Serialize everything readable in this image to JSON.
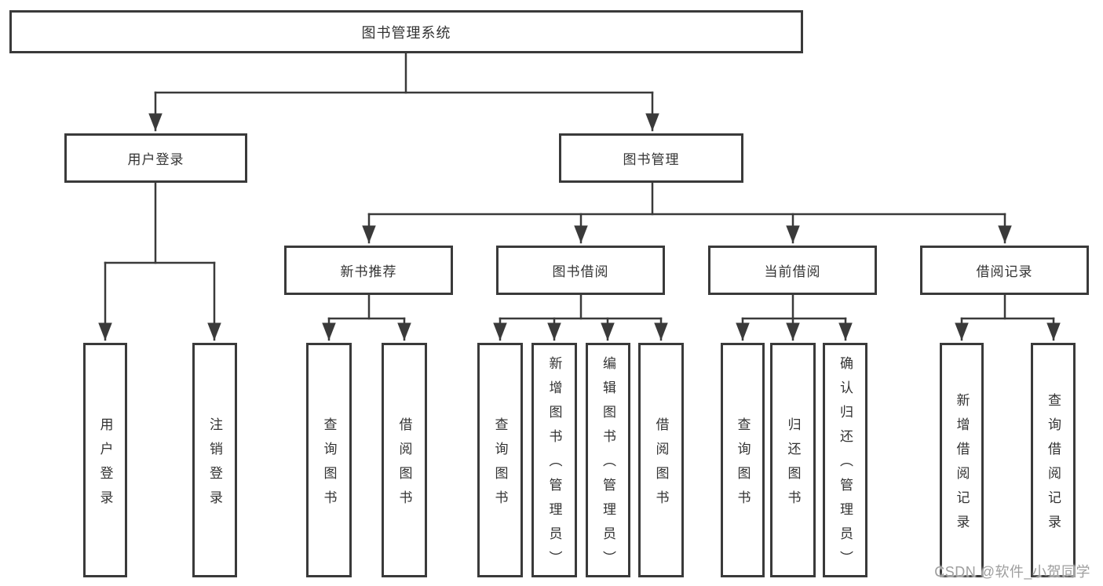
{
  "colors": {
    "line": "#3a3a3a",
    "text": "#333333",
    "watermark": "#9e9e9e",
    "background": "#ffffff"
  },
  "tree": {
    "label": "图书管理系统",
    "children": [
      {
        "label": "用户登录",
        "children": [
          {
            "label": "用户登录"
          },
          {
            "label": "注销登录"
          }
        ]
      },
      {
        "label": "图书管理",
        "children": [
          {
            "label": "新书推荐",
            "children": [
              {
                "label": "查询图书"
              },
              {
                "label": "借阅图书"
              }
            ]
          },
          {
            "label": "图书借阅",
            "children": [
              {
                "label": "查询图书"
              },
              {
                "label": "新增图书（管理员）"
              },
              {
                "label": "编辑图书（管理员）"
              },
              {
                "label": "借阅图书"
              }
            ]
          },
          {
            "label": "当前借阅",
            "children": [
              {
                "label": "查询图书"
              },
              {
                "label": "归还图书"
              },
              {
                "label": "确认归还（管理员）"
              }
            ]
          },
          {
            "label": "借阅记录",
            "children": [
              {
                "label": "新增借阅记录"
              },
              {
                "label": "查询借阅记录"
              }
            ]
          }
        ]
      }
    ]
  },
  "watermark": {
    "text": "CSDN @软件_小贺同学"
  }
}
